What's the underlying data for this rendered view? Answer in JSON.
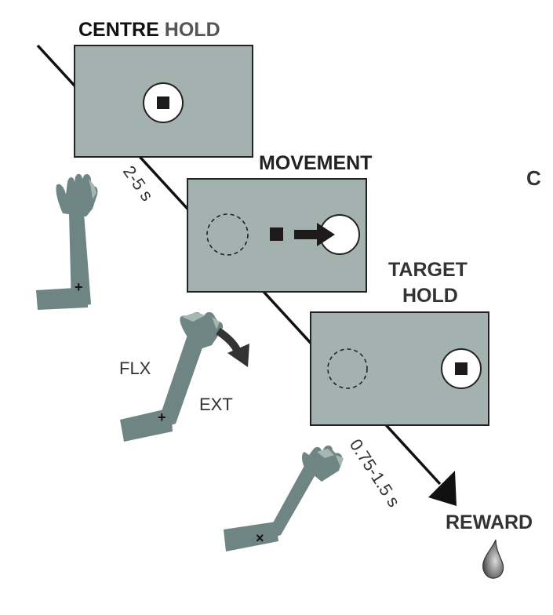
{
  "stages": {
    "centre_hold": {
      "title_bold": "CENTRE",
      "title_rest": "HOLD"
    },
    "movement": {
      "title": "MOVEMENT"
    },
    "target_hold": {
      "title_line1": "TARGET",
      "title_line2": "HOLD"
    }
  },
  "panel_letter": "C",
  "timing": {
    "first": "2-5 s",
    "second": "0.75-1.5 s"
  },
  "labels": {
    "flexion": "FLX",
    "extension": "EXT",
    "reward": "REWARD"
  },
  "colors": {
    "screen_fill": "#a3b2ae",
    "arm": "#6e8583",
    "arm_highlight": "#a6b6b3",
    "stroke": "#222222",
    "cursor": "#1e1a19",
    "target": "#ffffff",
    "timeline": "#111111",
    "drop_dark": "#4a4a4a",
    "drop_light": "#dcdcdc"
  },
  "icons": {
    "cursor": "square-cursor-icon",
    "target": "circle-target-icon",
    "arrow": "movement-arrow-icon",
    "wrist_flexion": "curved-flexion-arrow-icon",
    "reward": "water-drop-icon",
    "arm": "forearm-hand-icon"
  }
}
